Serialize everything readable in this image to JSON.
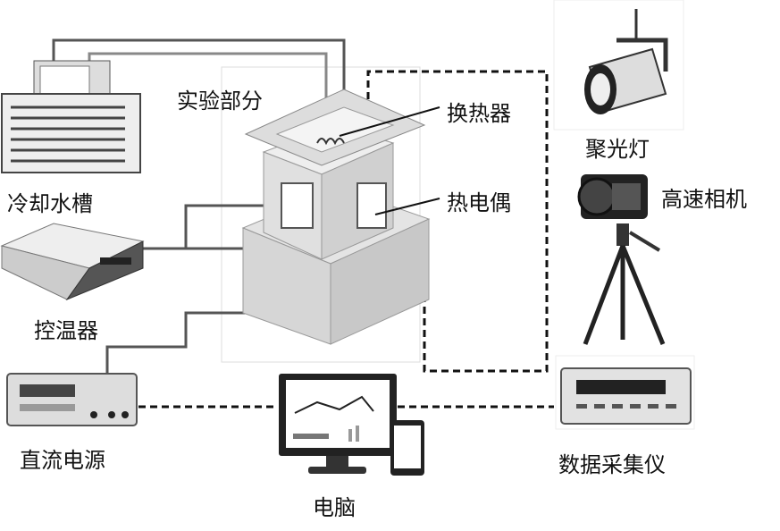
{
  "labels": {
    "experiment": "实验部分",
    "heat_exchanger": "换热器",
    "thermocouple": "热电偶",
    "cooling_tank": "冷却水槽",
    "temp_controller": "控温器",
    "dc_power": "直流电源",
    "computer": "电脑",
    "spotlight": "聚光灯",
    "camera": "高速相机",
    "daq": "数据采集仪"
  },
  "colors": {
    "line": "#222222",
    "device": "#bbbbbb",
    "dark": "#333333"
  }
}
